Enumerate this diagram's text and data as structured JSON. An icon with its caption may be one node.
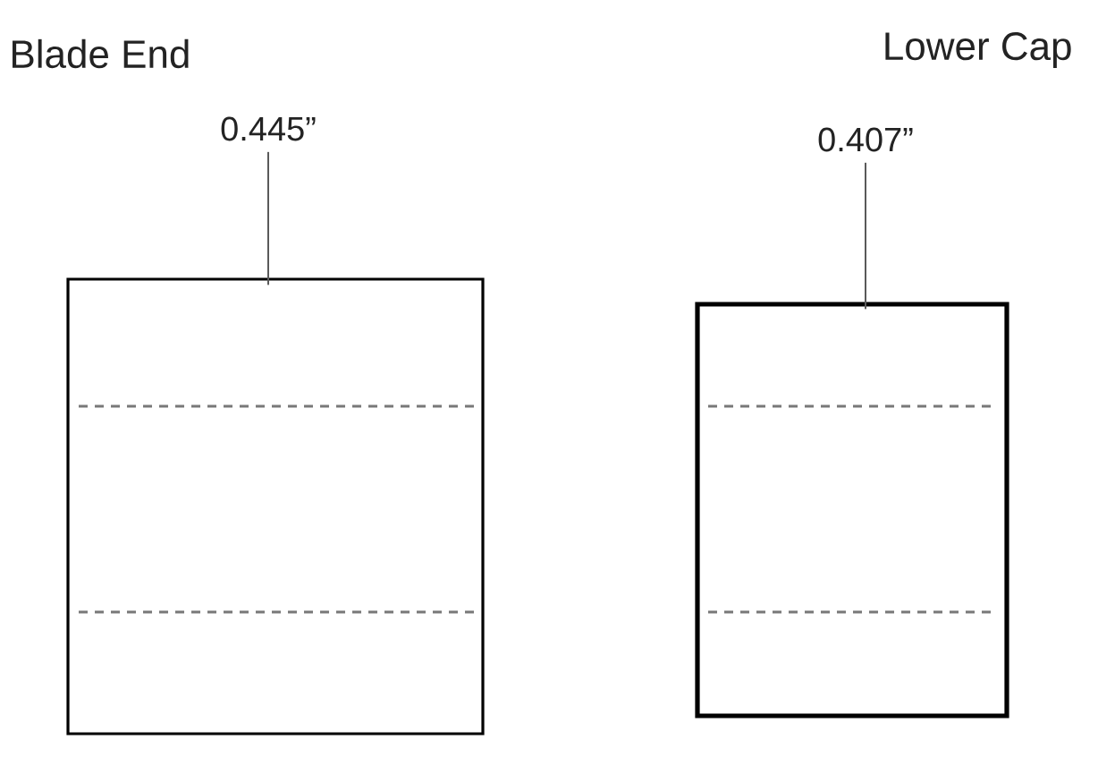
{
  "diagram": {
    "nodes": [
      {
        "text": [],
        "shape": "box"
      },
      {
        "text": [
          "0.445”"
        ]
      },
      {
        "text": [],
        "shape": "box"
      },
      {
        "text": [
          "0.407”"
        ]
      }
    ],
    "edges": [
      {
        "from": 1,
        "to": 0,
        "arrow": "none"
      },
      {
        "from": 3,
        "to": 2,
        "arrow": "none"
      }
    ],
    "labels": [
      "Blade End",
      "Lower Cap"
    ]
  }
}
